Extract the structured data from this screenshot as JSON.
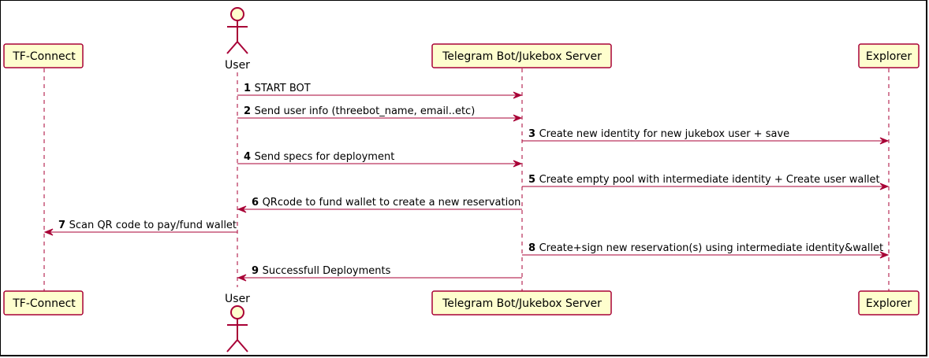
{
  "participants": [
    {
      "id": "tfconnect",
      "label": "TF-Connect",
      "kind": "box"
    },
    {
      "id": "user",
      "label": "User",
      "kind": "actor"
    },
    {
      "id": "bot",
      "label": "Telegram Bot/Jukebox Server",
      "kind": "box"
    },
    {
      "id": "explorer",
      "label": "Explorer",
      "kind": "box"
    }
  ],
  "messages": [
    {
      "num": "1",
      "text": "START BOT",
      "from": "user",
      "to": "bot"
    },
    {
      "num": "2",
      "text": "Send user info (threebot_name, email..etc)",
      "from": "user",
      "to": "bot"
    },
    {
      "num": "3",
      "text": "Create new identity for new jukebox user + save",
      "from": "bot",
      "to": "explorer"
    },
    {
      "num": "4",
      "text": "Send specs for deployment",
      "from": "user",
      "to": "bot"
    },
    {
      "num": "5",
      "text": "Create empty pool with intermediate identity + Create user wallet",
      "from": "bot",
      "to": "explorer"
    },
    {
      "num": "6",
      "text": "QRcode to fund wallet to create a new reservation",
      "from": "bot",
      "to": "user"
    },
    {
      "num": "7",
      "text": "Scan QR code to pay/fund wallet",
      "from": "user",
      "to": "tfconnect"
    },
    {
      "num": "8",
      "text": "Create+sign new reservation(s) using intermediate identity&wallet",
      "from": "bot",
      "to": "explorer"
    },
    {
      "num": "9",
      "text": "Successfull Deployments",
      "from": "bot",
      "to": "user"
    }
  ],
  "colors": {
    "box_fill": "#FEFECE",
    "box_stroke": "#A80036",
    "line": "#A80036",
    "text": "#000000"
  }
}
